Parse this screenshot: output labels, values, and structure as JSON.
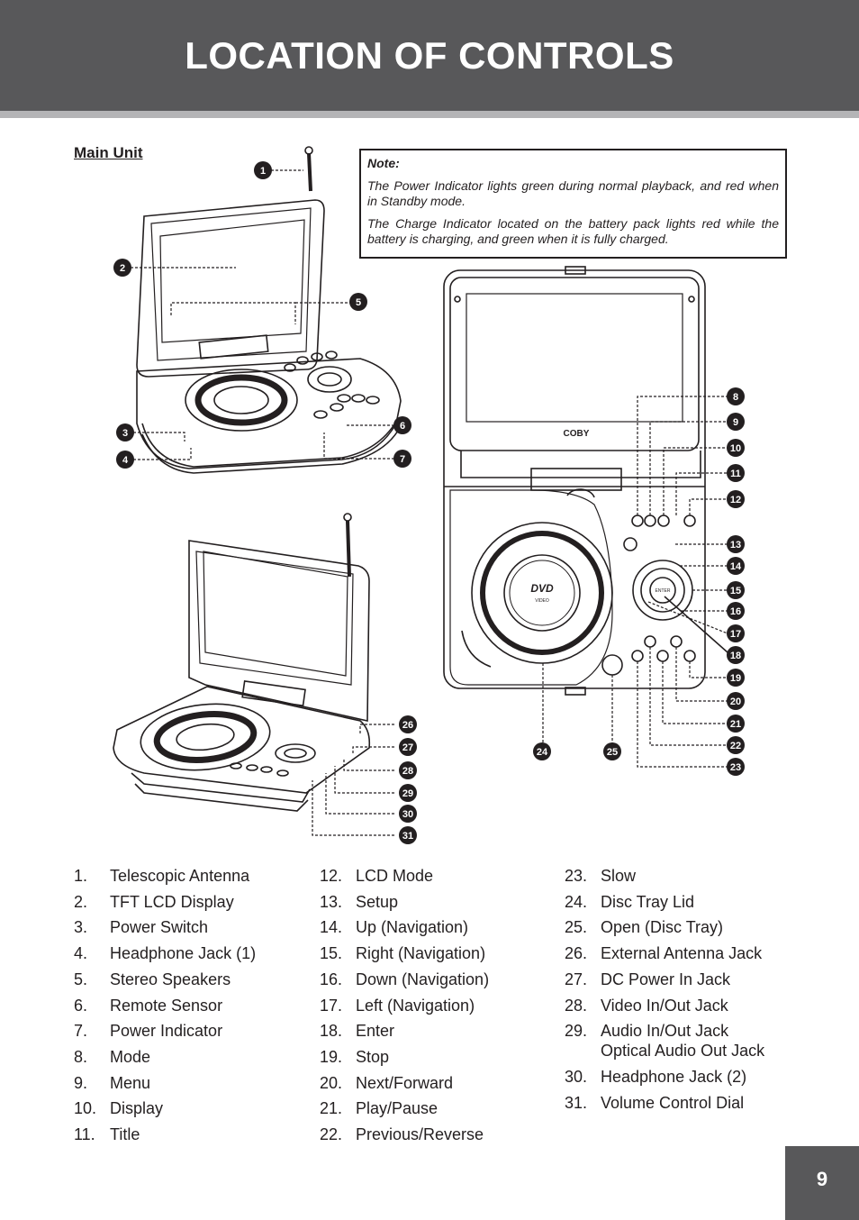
{
  "header": {
    "title": "LOCATION OF CONTROLS"
  },
  "section_title": "Main Unit",
  "note": {
    "title": "Note:",
    "paragraphs": [
      "The Power Indicator lights green during normal playback, and red when in Standby mode.",
      "The Charge Indicator located on the battery pack lights red while the battery is charging, and green when it is fully charged."
    ]
  },
  "diagram": {
    "device_brand": "COBY",
    "disc_logo": "DVD",
    "disc_sub": "VIDEO",
    "label_enter": "ENTER",
    "callouts": [
      "1",
      "2",
      "3",
      "4",
      "5",
      "6",
      "7",
      "8",
      "9",
      "10",
      "11",
      "12",
      "13",
      "14",
      "15",
      "16",
      "17",
      "18",
      "19",
      "20",
      "21",
      "22",
      "23",
      "24",
      "25",
      "26",
      "27",
      "28",
      "29",
      "30",
      "31"
    ]
  },
  "controls": {
    "col1": [
      {
        "num": "1.",
        "label": "Telescopic Antenna"
      },
      {
        "num": "2.",
        "label": "TFT LCD Display"
      },
      {
        "num": "3.",
        "label": "Power Switch"
      },
      {
        "num": "4.",
        "label": "Headphone Jack (1)"
      },
      {
        "num": "5.",
        "label": "Stereo Speakers"
      },
      {
        "num": "6.",
        "label": "Remote Sensor"
      },
      {
        "num": "7.",
        "label": "Power Indicator"
      },
      {
        "num": "8.",
        "label": "Mode"
      },
      {
        "num": "9.",
        "label": "Menu"
      },
      {
        "num": "10.",
        "label": "Display"
      },
      {
        "num": "11.",
        "label": "Title"
      }
    ],
    "col2": [
      {
        "num": "12.",
        "label": "LCD Mode"
      },
      {
        "num": "13.",
        "label": "Setup"
      },
      {
        "num": "14.",
        "label": "Up (Navigation)"
      },
      {
        "num": "15.",
        "label": "Right (Navigation)"
      },
      {
        "num": "16.",
        "label": "Down (Navigation)"
      },
      {
        "num": "17.",
        "label": "Left (Navigation)"
      },
      {
        "num": "18.",
        "label": "Enter"
      },
      {
        "num": "19.",
        "label": "Stop"
      },
      {
        "num": "20.",
        "label": "Next/Forward"
      },
      {
        "num": "21.",
        "label": "Play/Pause"
      },
      {
        "num": "22.",
        "label": "Previous/Reverse"
      }
    ],
    "col3": [
      {
        "num": "23.",
        "label": "Slow"
      },
      {
        "num": "24.",
        "label": "Disc Tray Lid"
      },
      {
        "num": "25.",
        "label": "Open (Disc Tray)"
      },
      {
        "num": "26.",
        "label": "External Antenna Jack"
      },
      {
        "num": "27.",
        "label": "DC Power In Jack"
      },
      {
        "num": "28.",
        "label": "Video In/Out Jack"
      },
      {
        "num": "29.",
        "label": "Audio In/Out Jack\nOptical Audio Out Jack"
      },
      {
        "num": "30.",
        "label": "Headphone Jack (2)"
      },
      {
        "num": "31.",
        "label": "Volume Control Dial"
      }
    ]
  },
  "page_number": "9"
}
